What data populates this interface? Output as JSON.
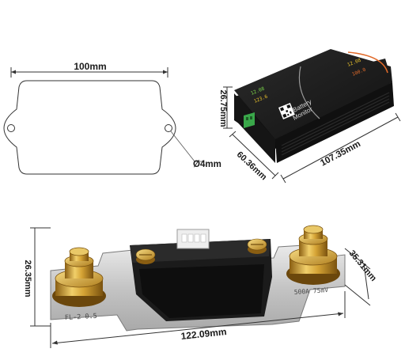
{
  "mount_plate": {
    "width_label": "100mm",
    "hole_label": "Ø4mm"
  },
  "monitor": {
    "height_label": "26.75mm",
    "depth_label": "60.36mm",
    "length_label": "107.35mm",
    "label_line1": "Battery",
    "label_line2": "Monitor",
    "readouts": [
      "12.08",
      "123.6",
      "12.08",
      "100.0"
    ]
  },
  "shunt": {
    "height_label": "26.35mm",
    "depth_label": "35.31mm",
    "length_label": "122.09mm",
    "marking_left": "FL-2 0.5",
    "marking_right": "500A 75mV"
  },
  "colors": {
    "case": "#1c1c1c",
    "brass": "#d9a93a",
    "connector_green": "#3aa84a",
    "steel": "#c9c9c9"
  }
}
